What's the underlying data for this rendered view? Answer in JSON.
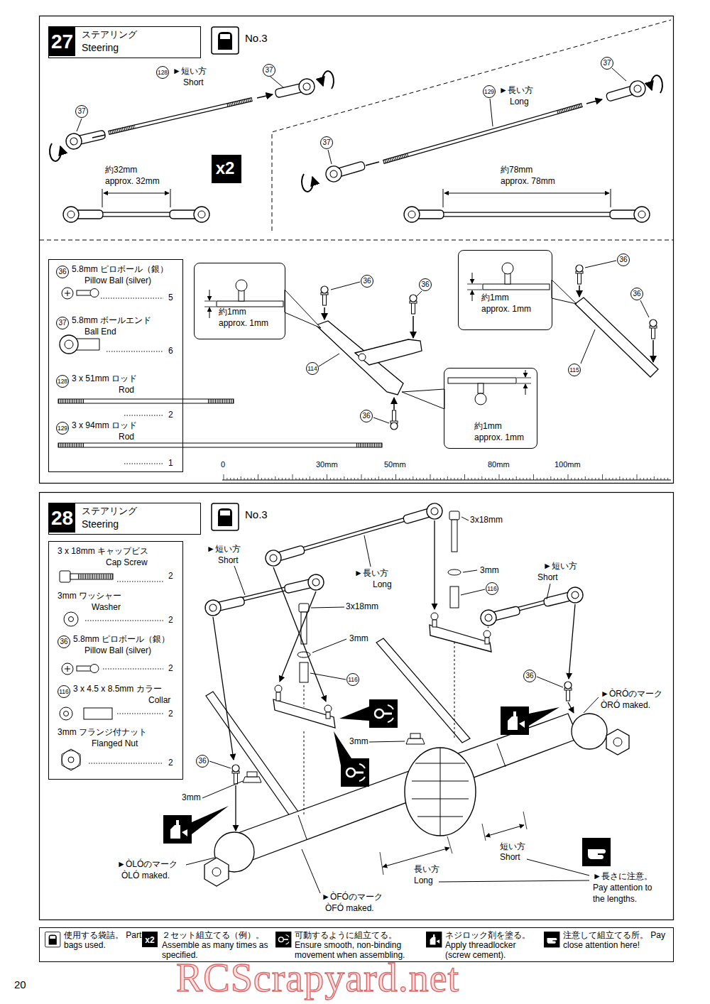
{
  "diagram": {
    "nodes": [
      {
        "text": [
          "27",
          "ステアリング",
          "Steering"
        ]
      },
      {
        "text": [
          "x2"
        ]
      },
      {
        "text": [
          "36",
          "5.8mm ピロボール（銀）",
          "Pillow Ball (silver)",
          "5",
          "37",
          "5.8mm ボールエンド",
          "Ball End",
          "6",
          "128",
          "3 x 51mm ロッド",
          "Rod",
          "2",
          "129",
          "3 x 94mm ロッド",
          "Rod",
          "1"
        ]
      },
      {
        "text": [
          "約1mm",
          "approx. 1mm"
        ]
      },
      {
        "text": [
          "約1mm",
          "approx. 1mm"
        ]
      },
      {
        "text": [
          "約1mm",
          "approx. 1mm"
        ]
      },
      {
        "text": [
          "28",
          "ステアリング",
          "Steering"
        ]
      },
      {
        "text": [
          "3 x 18mm キャップビス",
          "Cap Screw",
          "2",
          "3mm ワッシャー",
          "Washer",
          "2",
          "36",
          "5.8mm ピロボール（銀）",
          "Pillow Ball (silver)",
          "2",
          "116",
          "3 x 4.5 x 8.5mm カラー",
          "Collar",
          "2",
          "3mm フランジ付ナット",
          "Flanged Nut",
          "2"
        ]
      }
    ],
    "labels": [
      "No.3",
      "128",
      "►短い方",
      "Short",
      "37",
      "37",
      "約32mm",
      "approx. 32mm",
      "129",
      "►長い方",
      "Long",
      "37",
      "37",
      "約78mm",
      "approx. 78mm",
      "36",
      "36",
      "114",
      "36",
      "36",
      "36",
      "115",
      "0",
      "30mm",
      "50mm",
      "80mm",
      "100mm",
      "No.3",
      "►短い方",
      "Short",
      "►長い方",
      "Long",
      "3x18mm",
      "3mm",
      "116",
      "►短い方",
      "Short",
      "3x18mm",
      "3mm",
      "116",
      "36",
      "►ÒRÓのマーク",
      "ÒRÓ maked.",
      "36",
      "3mm",
      "3mm",
      "►ÒLÓのマーク",
      "ÒLÓ maked.",
      "短い方",
      "Short",
      "長い方",
      "Long",
      "►ÒFÓのマーク",
      "ÒFÓ maked.",
      "►長さに注意。",
      "Pay attention to",
      "the lengths.",
      "x2",
      "20",
      "RCScrapyard.net"
    ],
    "legend": [
      {
        "text": "使用する袋詰。 Part bags used."
      },
      {
        "text": "２セット組立てる（例）。 Assemble as many times as specified."
      },
      {
        "text": "可動するように組立てる。 Ensure smooth, non-binding movement when assembling."
      },
      {
        "text": "ネジロック剤を塗る。 Apply threadlocker (screw cement)."
      },
      {
        "text": "注意して組立てる所。 Pay close attention here!"
      }
    ]
  }
}
